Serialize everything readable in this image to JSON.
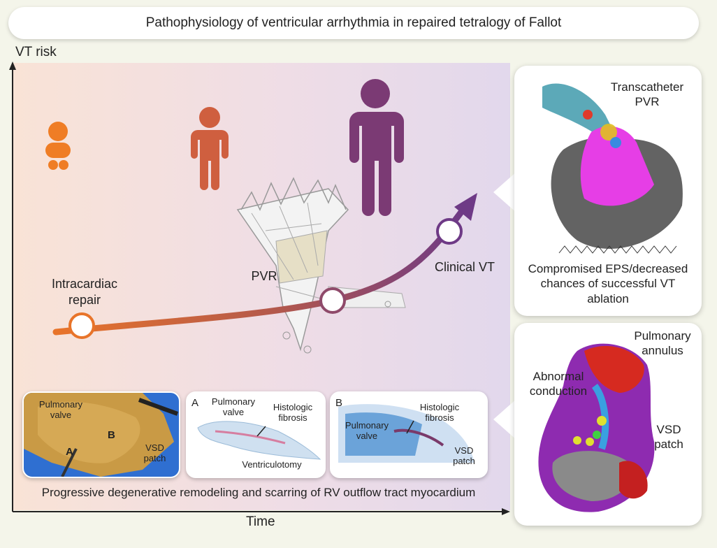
{
  "title": "Pathophysiology of ventricular arrhythmia in repaired tetralogy of Fallot",
  "axes": {
    "y_label": "VT risk",
    "x_label": "Time"
  },
  "timeline": {
    "milestones": [
      {
        "label": "Intracardiac repair"
      },
      {
        "label": "PVR"
      },
      {
        "label": "Clinical VT"
      }
    ],
    "colors": {
      "start": "#e8742a",
      "mid": "#b2584d",
      "end": "#6e3a86"
    }
  },
  "figures": {
    "infant_color": "#ef7d25",
    "child_color": "#cf5f3f",
    "adult_color": "#7b3a74"
  },
  "insets": [
    {
      "letters": [
        "A",
        "B"
      ],
      "labels": [
        "Pulmonary valve",
        "VSD patch"
      ]
    },
    {
      "letters": [
        "A"
      ],
      "labels": [
        "Pulmonary valve",
        "Histologic fibrosis",
        "Ventriculotomy"
      ]
    },
    {
      "letters": [
        "B"
      ],
      "labels": [
        "Pulmonary valve",
        "Histologic fibrosis",
        "VSD patch"
      ]
    }
  ],
  "bottom_caption": "Progressive degenerative remodeling and scarring of RV outflow tract myocardium",
  "right_top": {
    "label": "Transcatheter PVR",
    "caption": "Compromised EPS/decreased chances of successful VT ablation"
  },
  "right_bottom": {
    "labels": [
      "Pulmonary annulus",
      "Abnormal conduction",
      "VSD patch"
    ]
  }
}
